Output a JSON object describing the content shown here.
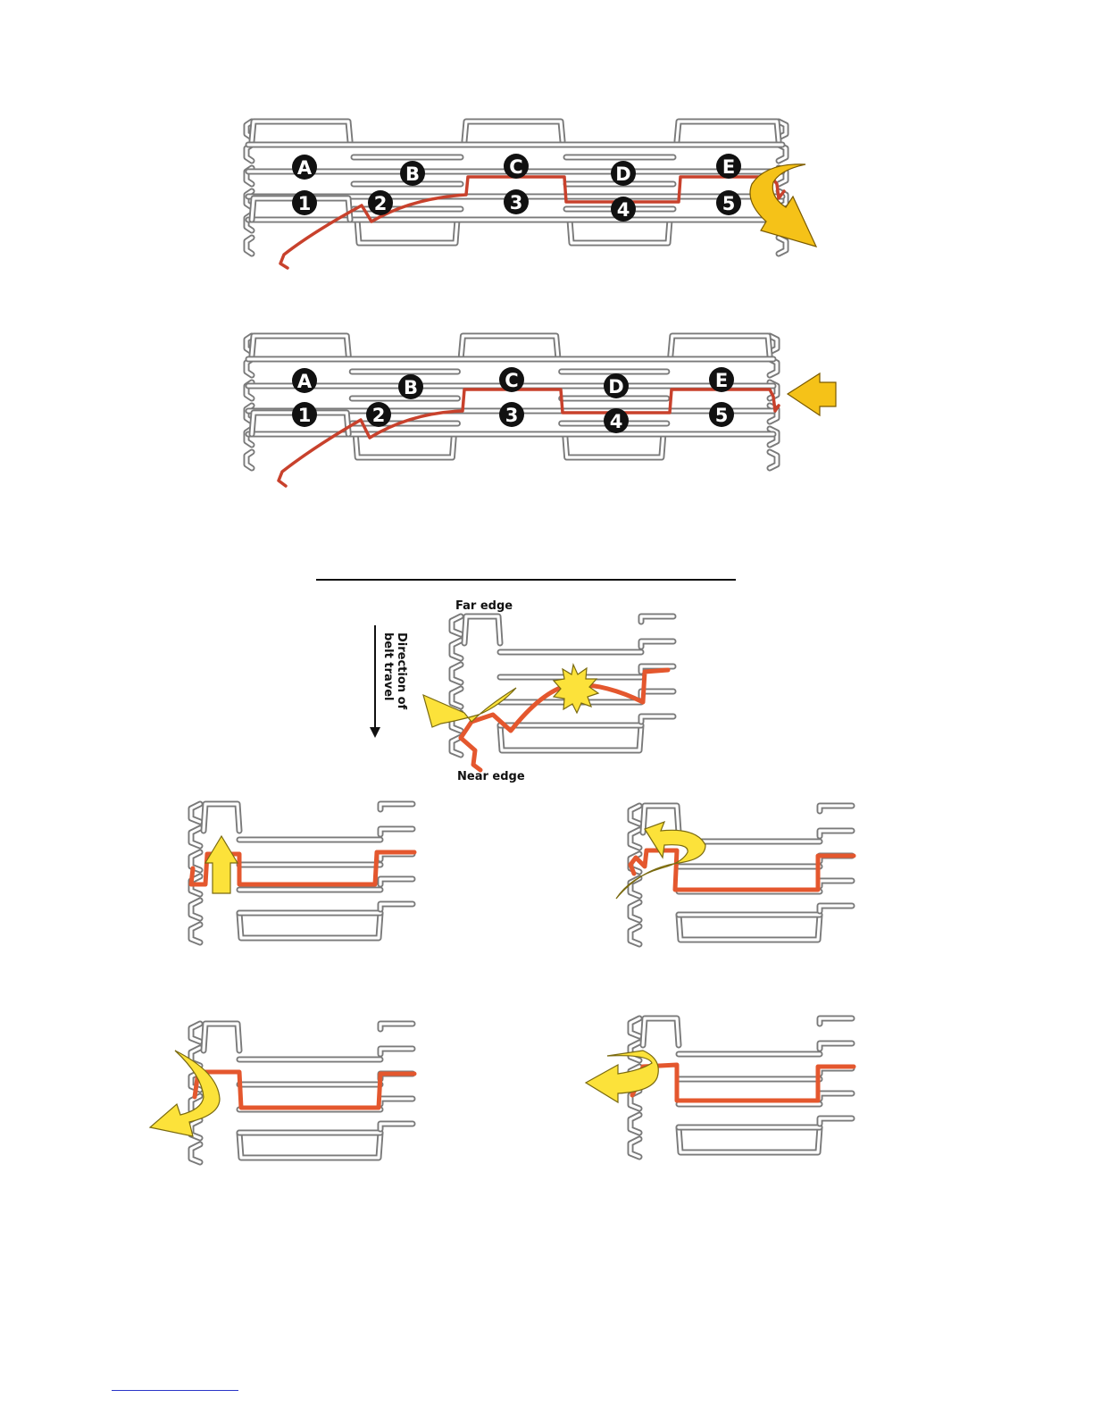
{
  "panel1": {
    "letters": [
      "A",
      "B",
      "C",
      "D",
      "E"
    ],
    "numbers": [
      "1",
      "2",
      "3",
      "4",
      "5"
    ]
  },
  "panel2": {
    "letters": [
      "A",
      "B",
      "C",
      "D",
      "E"
    ],
    "numbers": [
      "1",
      "2",
      "3",
      "4",
      "5"
    ]
  },
  "detail": {
    "far_edge": "Far edge",
    "near_edge": "Near edge",
    "direction_line1": "Direction of",
    "direction_line2": "belt travel"
  },
  "colors": {
    "rod_outline": "#7a7a7a",
    "splice_rod": "#c8412c",
    "splice_rod_detail": "#e4572e",
    "arrow_fill": "#fce23a",
    "badge": "#111111"
  },
  "icons": [
    "curved-arrow-icon",
    "left-arrow-icon",
    "up-arrow-icon",
    "starburst-icon",
    "down-arrow-icon"
  ]
}
